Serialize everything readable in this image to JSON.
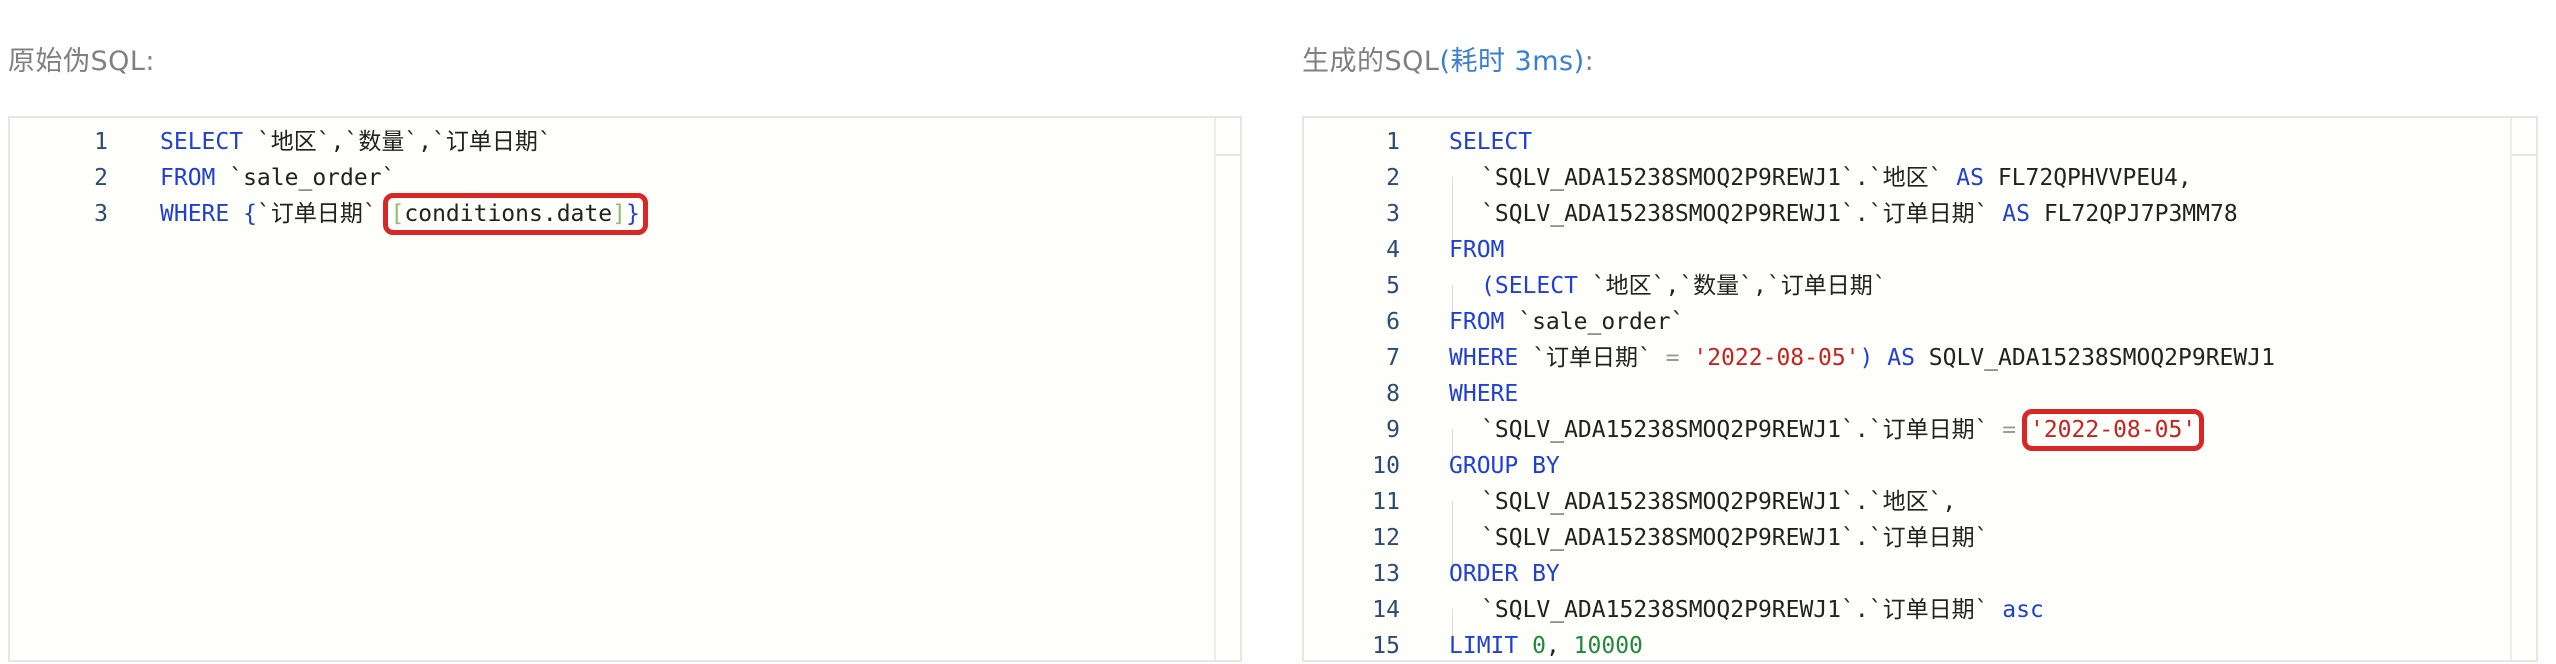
{
  "left_panel": {
    "title": "原始伪SQL:",
    "lines": [
      {
        "num": "1",
        "tokens": [
          {
            "t": "SELECT",
            "c": "kw"
          },
          {
            "t": " `地区`,`数量`,`订单日期`",
            "c": ""
          }
        ]
      },
      {
        "num": "2",
        "tokens": [
          {
            "t": "FROM",
            "c": "kw"
          },
          {
            "t": " `sale_order`",
            "c": ""
          }
        ]
      },
      {
        "num": "3",
        "tokens": [
          {
            "t": "WHERE",
            "c": "kw"
          },
          {
            "t": " ",
            "c": ""
          },
          {
            "t": "{",
            "c": "kw"
          },
          {
            "t": "`订单日期` ",
            "c": ""
          },
          {
            "t": "[",
            "c": "brk",
            "hl": "start"
          },
          {
            "t": "conditions.date",
            "c": "",
            "hl": "mid"
          },
          {
            "t": "]",
            "c": "brk",
            "hl": "mid"
          },
          {
            "t": "}",
            "c": "kw",
            "hl": "end"
          }
        ]
      }
    ]
  },
  "right_panel": {
    "title": "生成的SQL",
    "timing": "(耗时 3ms)",
    "title_suffix": ":",
    "lines": [
      {
        "num": "1",
        "tokens": [
          {
            "t": "SELECT",
            "c": "kw"
          }
        ]
      },
      {
        "num": "2",
        "indent": 1,
        "tokens": [
          {
            "t": "`SQLV_ADA15238SMOQ2P9REWJ1`.`地区` ",
            "c": ""
          },
          {
            "t": "AS",
            "c": "kw"
          },
          {
            "t": " FL72QPHVVPEU4,",
            "c": ""
          }
        ]
      },
      {
        "num": "3",
        "indent": 1,
        "tokens": [
          {
            "t": "`SQLV_ADA15238SMOQ2P9REWJ1`.`订单日期` ",
            "c": ""
          },
          {
            "t": "AS",
            "c": "kw"
          },
          {
            "t": " FL72QPJ7P3MM78",
            "c": ""
          }
        ]
      },
      {
        "num": "4",
        "tokens": [
          {
            "t": "FROM",
            "c": "kw"
          }
        ]
      },
      {
        "num": "5",
        "indent": 1,
        "tokens": [
          {
            "t": "(SELECT",
            "c": "kw"
          },
          {
            "t": " `地区`,`数量`,`订单日期`",
            "c": ""
          }
        ]
      },
      {
        "num": "6",
        "tokens": [
          {
            "t": "FROM",
            "c": "kw"
          },
          {
            "t": " `sale_order`",
            "c": ""
          }
        ]
      },
      {
        "num": "7",
        "tokens": [
          {
            "t": "WHERE",
            "c": "kw"
          },
          {
            "t": " `订单日期` ",
            "c": ""
          },
          {
            "t": "=",
            "c": "op"
          },
          {
            "t": " ",
            "c": ""
          },
          {
            "t": "'2022-08-05'",
            "c": "str"
          },
          {
            "t": ") AS",
            "c": "kw"
          },
          {
            "t": " SQLV_ADA15238SMOQ2P9REWJ1",
            "c": ""
          }
        ]
      },
      {
        "num": "8",
        "tokens": [
          {
            "t": "WHERE",
            "c": "kw"
          }
        ]
      },
      {
        "num": "9",
        "indent": 1,
        "tokens": [
          {
            "t": "`SQLV_ADA15238SMOQ2P9REWJ1`.`订单日期` ",
            "c": ""
          },
          {
            "t": "=",
            "c": "op"
          },
          {
            "t": " ",
            "c": ""
          },
          {
            "t": "'2022-08-05'",
            "c": "str",
            "hl": "single"
          }
        ]
      },
      {
        "num": "10",
        "tokens": [
          {
            "t": "GROUP BY",
            "c": "kw"
          }
        ]
      },
      {
        "num": "11",
        "indent": 1,
        "tokens": [
          {
            "t": "`SQLV_ADA15238SMOQ2P9REWJ1`.`地区`,",
            "c": ""
          }
        ]
      },
      {
        "num": "12",
        "indent": 1,
        "tokens": [
          {
            "t": "`SQLV_ADA15238SMOQ2P9REWJ1`.`订单日期`",
            "c": ""
          }
        ]
      },
      {
        "num": "13",
        "tokens": [
          {
            "t": "ORDER BY",
            "c": "kw"
          }
        ]
      },
      {
        "num": "14",
        "indent": 1,
        "tokens": [
          {
            "t": "`SQLV_ADA15238SMOQ2P9REWJ1`.`订单日期` ",
            "c": ""
          },
          {
            "t": "asc",
            "c": "kw"
          }
        ]
      },
      {
        "num": "15",
        "tokens": [
          {
            "t": "LIMIT",
            "c": "kw"
          },
          {
            "t": " ",
            "c": ""
          },
          {
            "t": "0",
            "c": "num"
          },
          {
            "t": ", ",
            "c": ""
          },
          {
            "t": "10000",
            "c": "num"
          }
        ]
      }
    ]
  },
  "colors": {
    "keyword": "#1f3fd6",
    "string": "#c9211e",
    "number": "#1f8a3c",
    "highlight_box": "#d92626",
    "line_number": "#2c4a72",
    "timing": "#3a7fd0"
  }
}
